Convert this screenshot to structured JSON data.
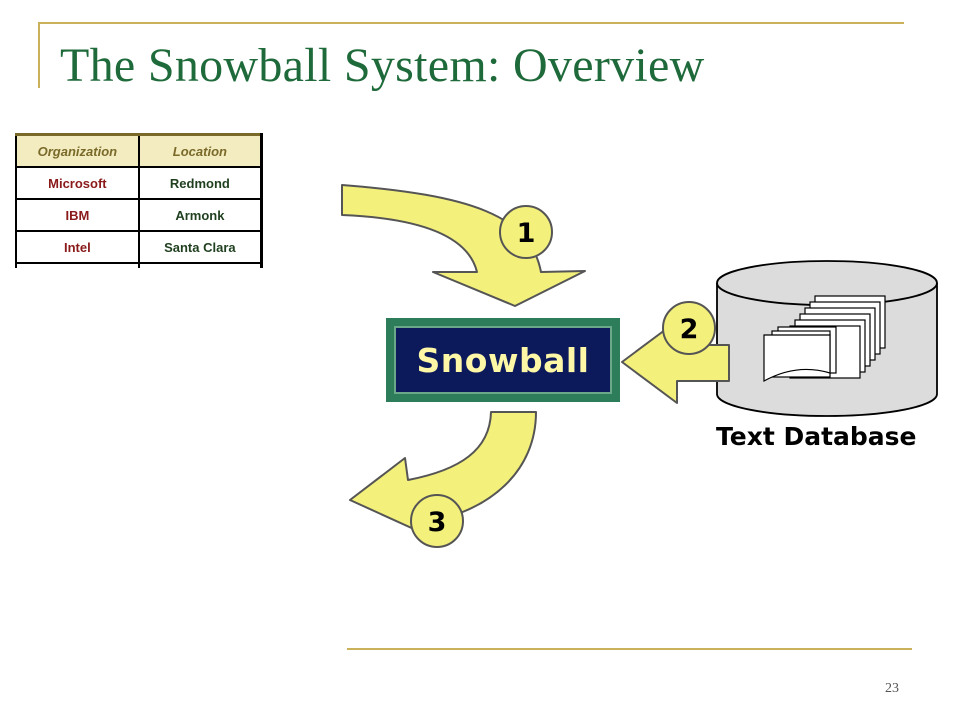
{
  "slide": {
    "title": "The Snowball System: Overview",
    "page_number": "23"
  },
  "seed_table": {
    "headers": [
      "Organization",
      "Location"
    ],
    "rows": [
      [
        "Microsoft",
        "Redmond"
      ],
      [
        "IBM",
        "Armonk"
      ],
      [
        "Intel",
        "Santa Clara"
      ]
    ]
  },
  "diagram": {
    "system_label": "Snowball",
    "database_label": "Text Database",
    "steps": [
      "1",
      "2",
      "3"
    ]
  },
  "colors": {
    "title": "#1e6a3a",
    "frame": "#c9b25a",
    "arrow_fill": "#f4f07c",
    "box_outer": "#2e7d5a",
    "box_inner": "#0c1a5c",
    "box_text": "#fdf7a6",
    "org_text": "#8b1a1a"
  }
}
